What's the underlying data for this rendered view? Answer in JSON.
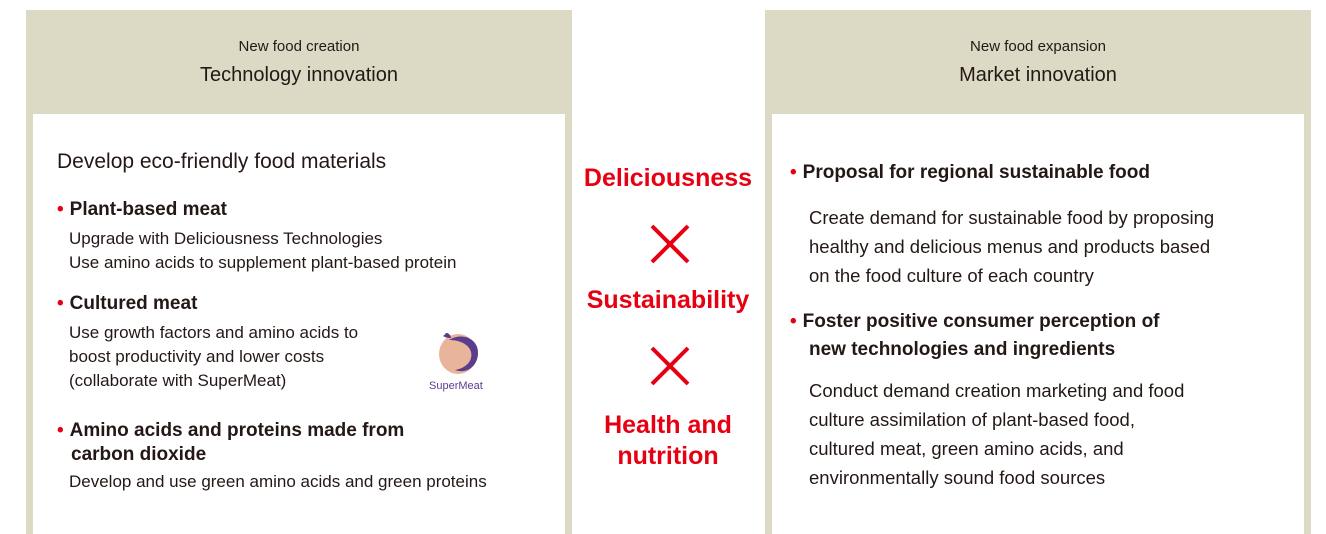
{
  "colors": {
    "accent_red": "#e60012",
    "header_bg": "#dcd9c4",
    "text": "#231815",
    "logo_purple": "#5b3d8e",
    "logo_peach": "#e8b59a"
  },
  "left_panel": {
    "subtitle": "New food creation",
    "title": "Technology innovation",
    "intro": "Develop eco-friendly food materials",
    "items": [
      {
        "bullet": "•",
        "title": "Plant-based meat",
        "lines": [
          "Upgrade with Deliciousness Technologies",
          "Use amino acids to supplement plant-based protein"
        ]
      },
      {
        "bullet": "•",
        "title": "Cultured meat",
        "lines": [
          "Use growth factors and amino acids to",
          "boost productivity and lower costs",
          "(collaborate with SuperMeat)"
        ],
        "logo_text": "SuperMeat",
        "logo_icon": "supermeat-bird-logo"
      },
      {
        "bullet": "•",
        "title_lines": [
          "Amino acids and proteins made from",
          "carbon dioxide"
        ],
        "lines": [
          "Develop and use green amino acids and green proteins"
        ]
      }
    ]
  },
  "center": {
    "word1": "Deliciousness",
    "word2": "Sustainability",
    "word3_lines": [
      "Health and",
      "nutrition"
    ],
    "cross_icon": "times-icon"
  },
  "right_panel": {
    "subtitle": "New food expansion",
    "title": "Market innovation",
    "items": [
      {
        "bullet": "•",
        "title_lines": [
          "Proposal for regional sustainable food"
        ],
        "lines": [
          "Create demand for sustainable food by proposing",
          "healthy and delicious menus and products based",
          "on the food culture of each country"
        ]
      },
      {
        "bullet": "•",
        "title_lines": [
          "Foster positive consumer perception of",
          "new technologies and ingredients"
        ],
        "lines": [
          "Conduct demand creation marketing and food",
          "culture assimilation of plant-based food,",
          "cultured meat, green amino acids, and",
          "environmentally sound food sources"
        ]
      }
    ]
  }
}
